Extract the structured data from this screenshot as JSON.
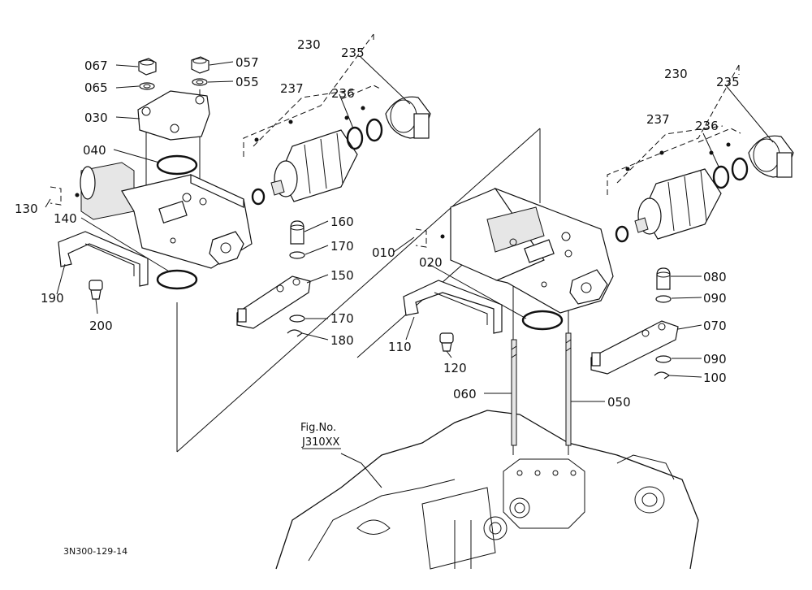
{
  "labels": {
    "l067": "067",
    "l065": "065",
    "l030": "030",
    "l040": "040",
    "l130": "130",
    "l140": "140",
    "l190": "190",
    "l200": "200",
    "l057": "057",
    "l055": "055",
    "l230a": "230",
    "l235a": "235",
    "l237a": "237",
    "l236a": "236",
    "l160": "160",
    "l170a": "170",
    "l150": "150",
    "l170b": "170",
    "l180": "180",
    "l230b": "230",
    "l235b": "235",
    "l237b": "237",
    "l236b": "236",
    "l010": "010",
    "l020": "020",
    "l110": "110",
    "l120": "120",
    "l080": "080",
    "l090a": "090",
    "l070": "070",
    "l090b": "090",
    "l100": "100",
    "l060": "060",
    "l050": "050"
  },
  "figref": {
    "line1": "Fig.No.",
    "line2": "J310XX"
  },
  "footer": {
    "code": "3N300-129-14"
  }
}
